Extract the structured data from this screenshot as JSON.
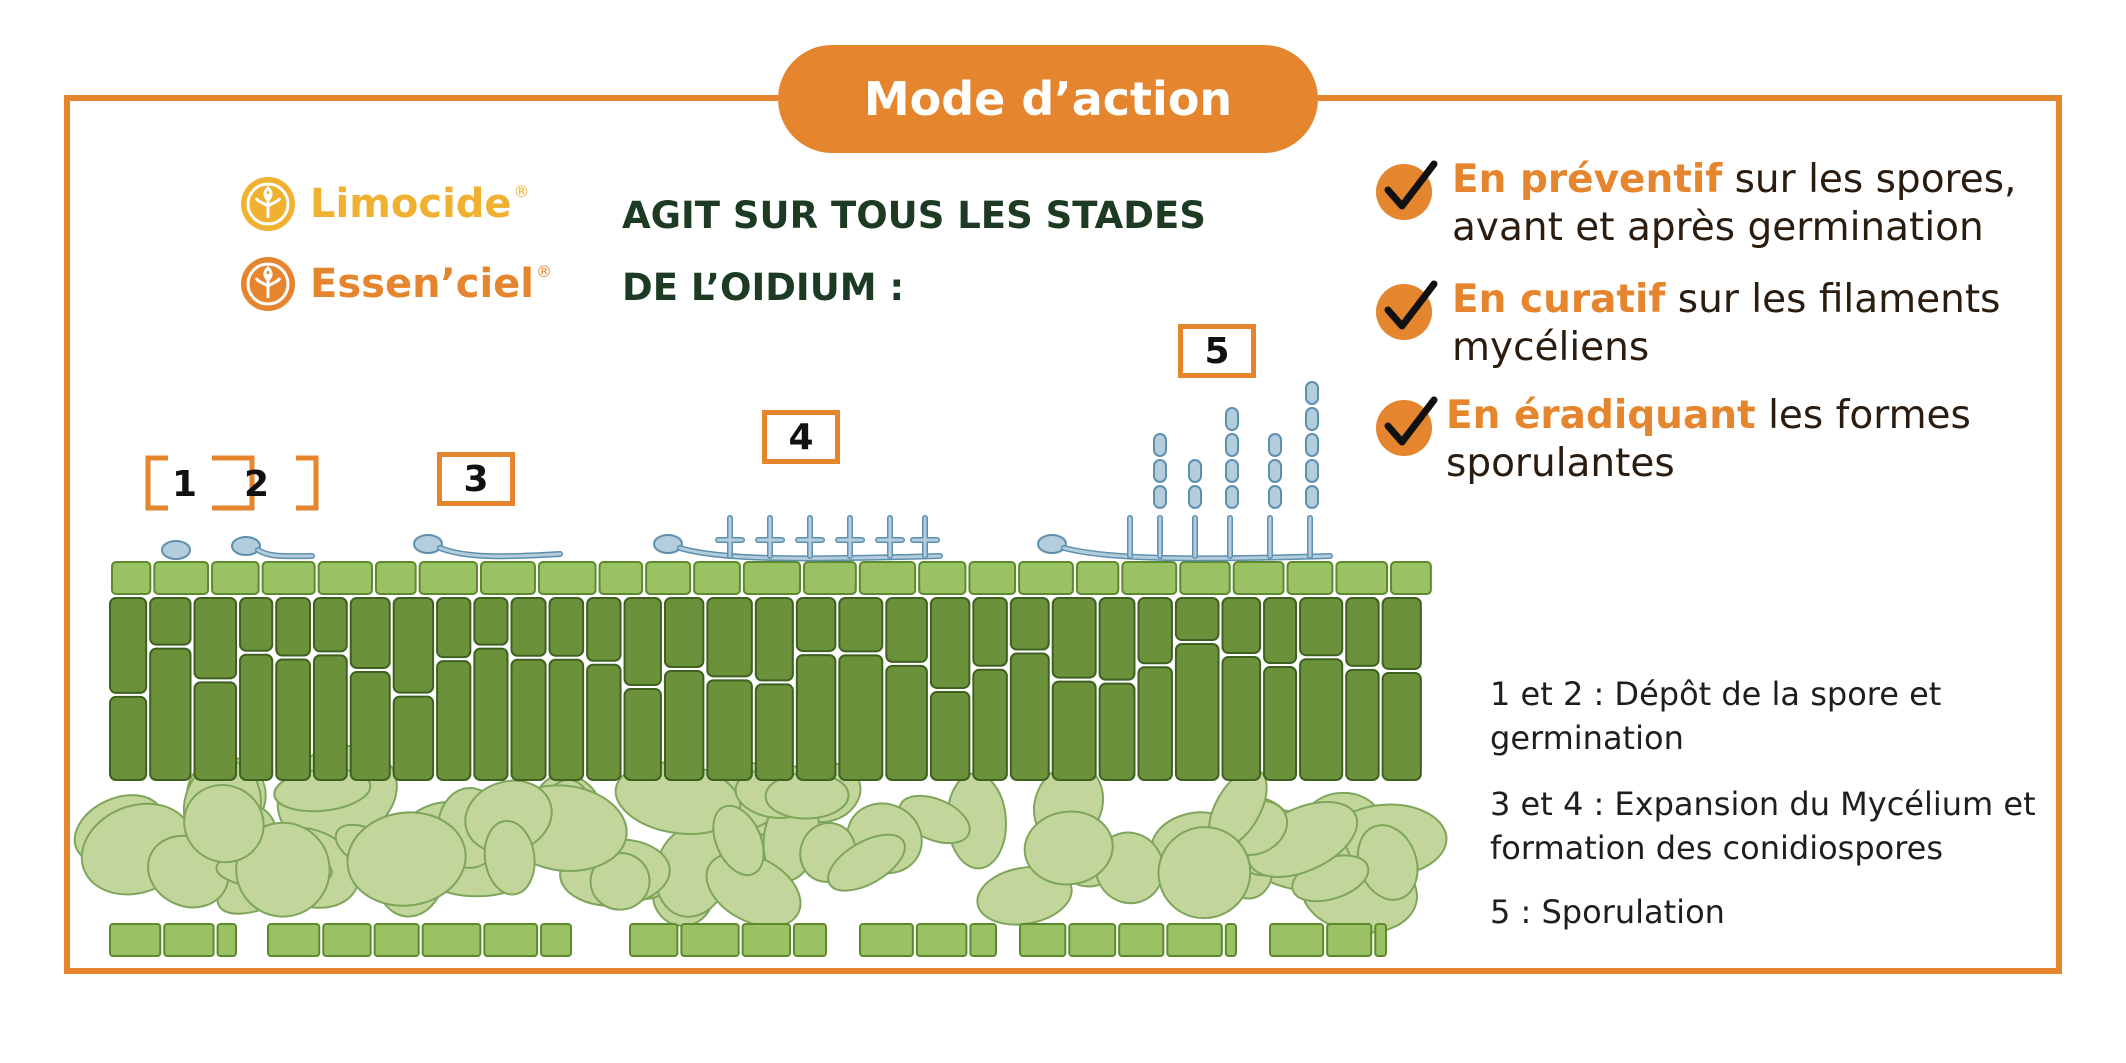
{
  "title": "Mode d’action",
  "brands": [
    {
      "name": "Limocide",
      "mark": "®",
      "color": "#f0b030"
    },
    {
      "name": "Essen’ciel",
      "mark": "®",
      "color": "#e5852e"
    }
  ],
  "headline": "AGIT SUR  TOUS LES STADES DE L’OIDIUM :",
  "checks": [
    {
      "highlight": "En préventif",
      "rest": " sur les spores, avant et après germination"
    },
    {
      "highlight": "En curatif",
      "rest": " sur les filaments mycéliens"
    },
    {
      "highlight": "En éradiquant",
      "rest": " les formes sporulantes"
    }
  ],
  "stages": {
    "s1": "1",
    "s2": "2",
    "s3": "3",
    "s4": "4",
    "s5": "5"
  },
  "legend": [
    "1 et 2 : Dépôt de la spore et germination",
    "3 et 4  : Expansion du Mycélium et formation des conidiospores",
    "5 : Sporulation"
  ],
  "colors": {
    "accent": "#e5852e",
    "accent_light": "#f0b030",
    "epidermis": "#9ac163",
    "palisade": "#6b913a",
    "spongy": "#c2d69b",
    "fungus": "#b4cddc"
  },
  "icons": [
    "check-icon",
    "leaf-logo-icon"
  ]
}
